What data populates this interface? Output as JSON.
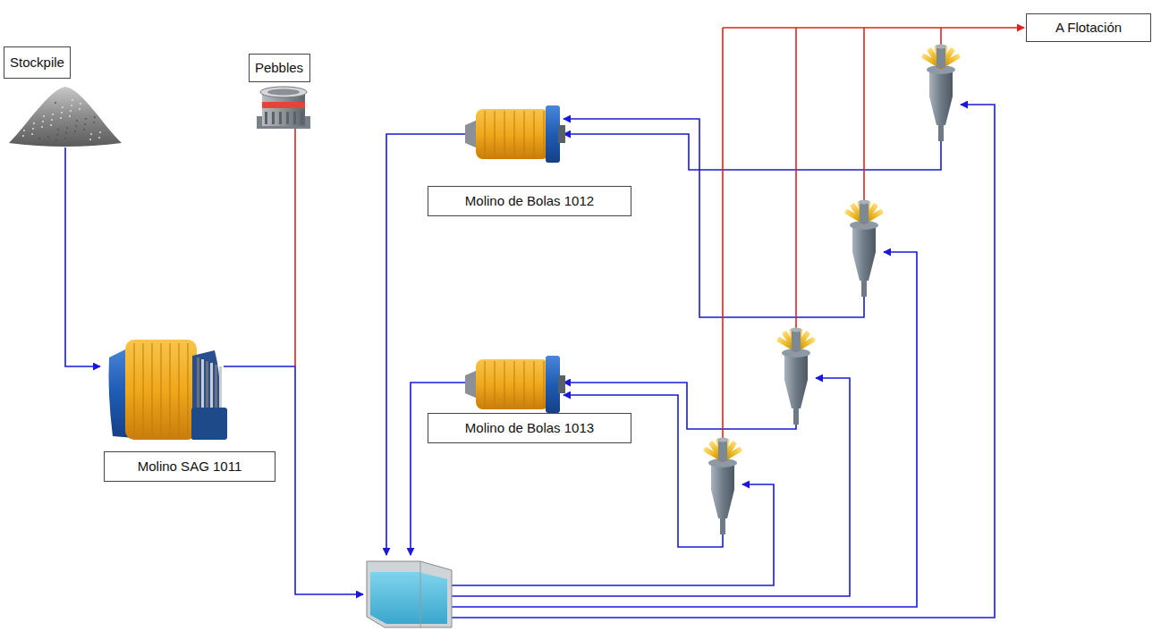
{
  "diagram": {
    "nodes": [
      {
        "text": [
          "Stockpile"
        ]
      },
      {
        "text": [
          "Pebbles"
        ]
      },
      {
        "text": [
          "A Flotación"
        ]
      },
      {
        "text": [
          "Molino de Bolas 1012"
        ]
      },
      {
        "text": [
          "Molino de Bolas 1013"
        ]
      },
      {
        "text": [
          "Molino SAG 1011"
        ]
      }
    ]
  }
}
